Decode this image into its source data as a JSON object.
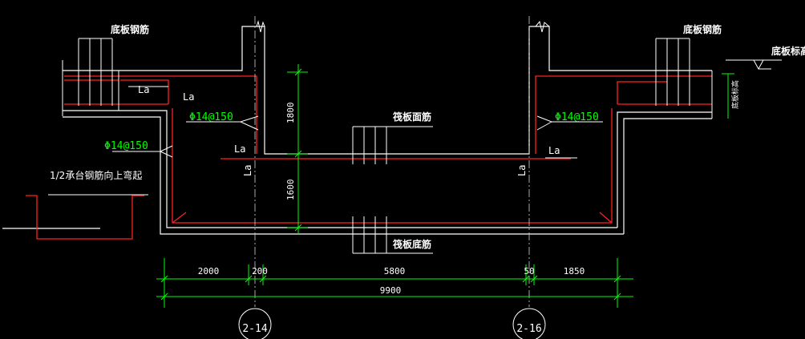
{
  "colors": {
    "background": "#000000",
    "outline": "#ffffff",
    "rebar": "#ff2020",
    "dimension": "#00ff00",
    "axis": "#d0d0d0"
  },
  "labels": {
    "base_rebar_left": "底板钢筋",
    "base_rebar_right": "底板钢筋",
    "base_elevation": "底板标高",
    "base_elevation_vertical": "底板标高",
    "raft_top_rebar": "筏板面筋",
    "raft_bottom_rebar": "筏板底筋",
    "half_rebar_note": "1/2承台钢筋向上弯起",
    "rebar_spec_1": "Φ14@150",
    "rebar_spec_2": "Φ14@150",
    "rebar_spec_3": "Φ14@150",
    "la": "La"
  },
  "dimensions": {
    "segments": [
      "2000",
      "200",
      "5800",
      "50",
      "1850"
    ],
    "total": "9900",
    "depth_upper": "1800",
    "depth_lower": "1600"
  },
  "axes": {
    "left": "2-14",
    "right": "2-16"
  },
  "icons": [
    "elevation-marker-icon",
    "break-line-icon"
  ]
}
